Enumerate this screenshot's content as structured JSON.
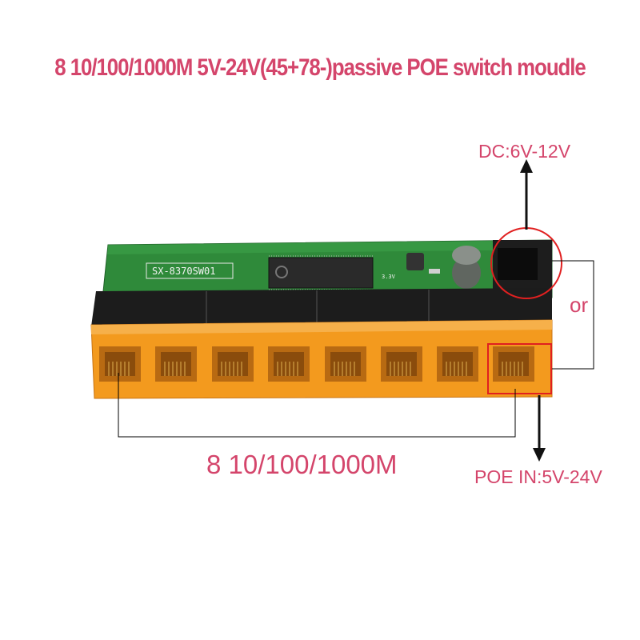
{
  "title": "8 10/100/1000M 5V-24V(45+78-)passive POE switch moudle",
  "labels": {
    "dc_input": "DC:6V-12V",
    "or": "or",
    "ports": "8 10/100/1000M",
    "poe_input": "POE IN:5V-24V"
  },
  "board": {
    "silkscreen_model": "SX-8370SW01",
    "silkscreen_voltage": "3.3V",
    "port_count": 8
  },
  "colors": {
    "text_accent": "#d4456b",
    "pcb_green": "#2f8a3a",
    "port_orange": "#f39a1e",
    "highlight_red": "#e02020",
    "arrow_black": "#111111"
  }
}
